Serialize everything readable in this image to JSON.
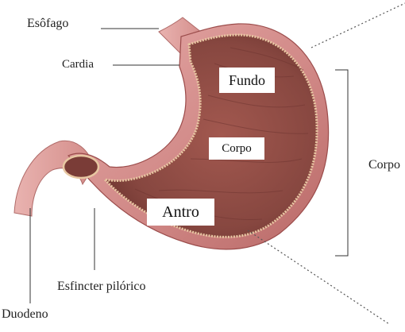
{
  "labels": {
    "esofago": "Esôfago",
    "cardia": "Cardia",
    "fundo": "Fundo",
    "corpo_inner": "Corpo",
    "antro": "Antro",
    "corpo_side": "Corpo",
    "esfincter": "Esfincter pilórico",
    "duodeno": "Duodeno"
  },
  "colors": {
    "outer_wall": "#d79290",
    "outer_wall_edge": "#9b4c4b",
    "inner_lining": "#8e4c45",
    "inner_fold": "#6f3531",
    "rim": "#e8c7a2",
    "leader_line": "#333333",
    "dotted_line": "#555555"
  }
}
